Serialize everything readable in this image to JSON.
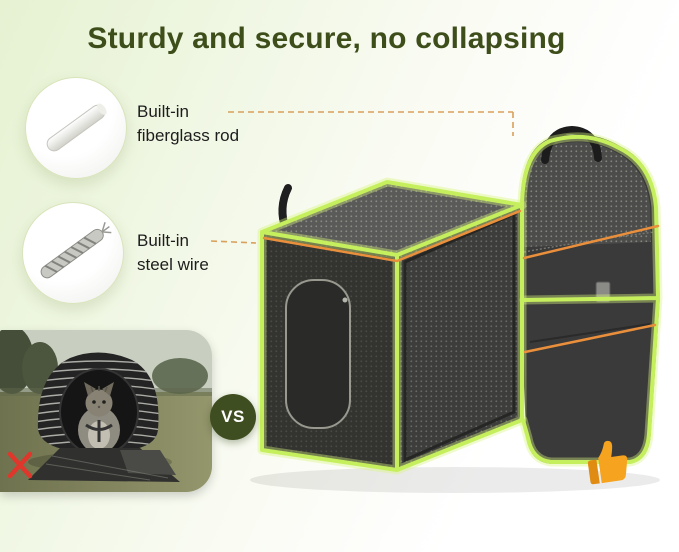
{
  "title": "Sturdy and secure, no collapsing",
  "callouts": [
    {
      "icon": "fiberglass-rod-icon",
      "lines": [
        "Built-in",
        "fiberglass rod"
      ]
    },
    {
      "icon": "steel-wire-icon",
      "lines": [
        "Built-in",
        "steel wire"
      ]
    }
  ],
  "comparison": {
    "vs_label": "VS",
    "bad_icon": "x-mark-icon",
    "good_icon": "thumbs-up-icon"
  },
  "colors": {
    "title_green": "#3e4e1b",
    "frame_green": "#c6ef5e",
    "frame_glow": "#d7f57d",
    "wire_orange": "#ea8f3c",
    "leader_dash": "#d9a05c",
    "vs_badge_bg": "#3f4e20",
    "x_mark_red": "#df372b",
    "thumb_orange": "#f6a41f"
  }
}
